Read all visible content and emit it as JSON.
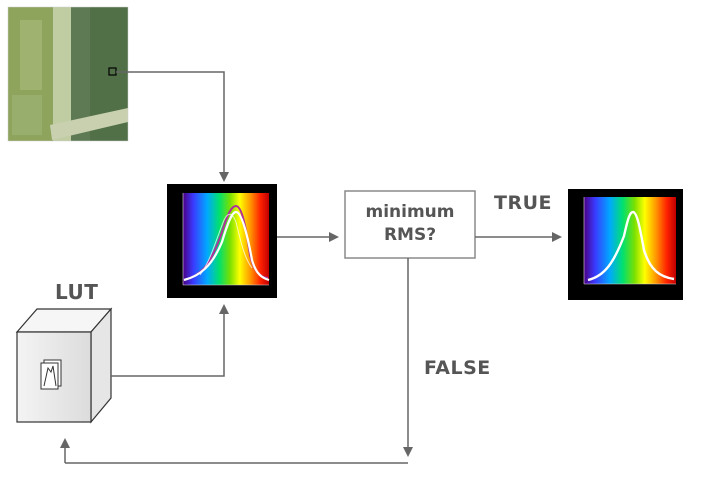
{
  "labels": {
    "lut": "LUT",
    "decision_line1": "minimum",
    "decision_line2": "RMS?",
    "true": "TRUE",
    "false": "FALSE"
  },
  "colors": {
    "arrow": "#666666",
    "box_border": "#8a8a8a",
    "plot_background": "#000000",
    "curve_measured": "#ffffff",
    "curve_model": "#b0309a",
    "water": "#5a7a55",
    "land": "#8aa060"
  },
  "nodes": [
    {
      "id": "satellite-image",
      "kind": "image"
    },
    {
      "id": "spectrum-plot-comparison",
      "kind": "plot"
    },
    {
      "id": "decision-box",
      "kind": "process"
    },
    {
      "id": "spectrum-plot-result",
      "kind": "plot"
    },
    {
      "id": "lut-cabinet",
      "kind": "storage"
    }
  ],
  "edges": [
    {
      "from": "satellite-image",
      "to": "spectrum-plot-comparison"
    },
    {
      "from": "spectrum-plot-comparison",
      "to": "decision-box"
    },
    {
      "from": "decision-box",
      "to": "spectrum-plot-result",
      "label": "TRUE"
    },
    {
      "from": "decision-box",
      "to": "lut-cabinet",
      "label": "FALSE"
    },
    {
      "from": "lut-cabinet",
      "to": "spectrum-plot-comparison"
    }
  ]
}
